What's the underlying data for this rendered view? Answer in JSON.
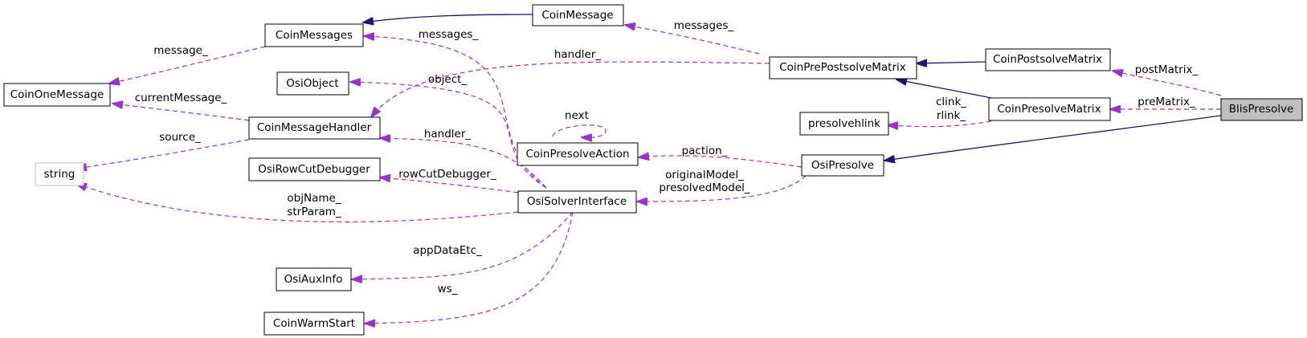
{
  "colors": {
    "inheritance": "#191970",
    "usage": "#9a32cd",
    "focus_fill": "#bfbfbf",
    "external_border": "#bfbfbf"
  },
  "nodes": [
    {
      "id": "CoinMessages",
      "label": "CoinMessages"
    },
    {
      "id": "CoinMessage",
      "label": "CoinMessage"
    },
    {
      "id": "CoinOneMessage",
      "label": "CoinOneMessage"
    },
    {
      "id": "OsiObject",
      "label": "OsiObject"
    },
    {
      "id": "CoinPrePostsolveMatrix",
      "label": "CoinPrePostsolveMatrix"
    },
    {
      "id": "CoinPostsolveMatrix",
      "label": "CoinPostsolveMatrix"
    },
    {
      "id": "CoinPresolveMatrix",
      "label": "CoinPresolveMatrix"
    },
    {
      "id": "BlisPresolve",
      "label": "BlisPresolve"
    },
    {
      "id": "CoinMessageHandler",
      "label": "CoinMessageHandler"
    },
    {
      "id": "presolvehlink",
      "label": "presolvehlink"
    },
    {
      "id": "CoinPresolveAction",
      "label": "CoinPresolveAction"
    },
    {
      "id": "string",
      "label": "string"
    },
    {
      "id": "OsiRowCutDebugger",
      "label": "OsiRowCutDebugger"
    },
    {
      "id": "OsiPresolve",
      "label": "OsiPresolve"
    },
    {
      "id": "OsiSolverInterface",
      "label": "OsiSolverInterface"
    },
    {
      "id": "OsiAuxInfo",
      "label": "OsiAuxInfo"
    },
    {
      "id": "CoinWarmStart",
      "label": "CoinWarmStart"
    }
  ],
  "edges": [
    {
      "id": "messages-to-coinmessage",
      "label": "messages_"
    },
    {
      "id": "message-to-coinonemessage",
      "label": "message_"
    },
    {
      "id": "messages-to-coinmessages",
      "label": "messages_"
    },
    {
      "id": "handler-prepost",
      "label": "handler_"
    },
    {
      "id": "postmatrix",
      "label": "postMatrix_"
    },
    {
      "id": "prematrix",
      "label": "preMatrix_"
    },
    {
      "id": "object",
      "label": "object_"
    },
    {
      "id": "currentmessage",
      "label": "currentMessage_"
    },
    {
      "id": "clink",
      "label": "clink_"
    },
    {
      "id": "rlink",
      "label": "rlink_"
    },
    {
      "id": "next",
      "label": "next"
    },
    {
      "id": "source",
      "label": "source_"
    },
    {
      "id": "handler-osi",
      "label": "handler_"
    },
    {
      "id": "paction",
      "label": "paction_"
    },
    {
      "id": "rowcutdebugger",
      "label": "rowCutDebugger_"
    },
    {
      "id": "originalmodel",
      "label": "originalModel_"
    },
    {
      "id": "presolvedmodel",
      "label": "presolvedModel_"
    },
    {
      "id": "objname",
      "label": "objName_"
    },
    {
      "id": "strparam",
      "label": "strParam_"
    },
    {
      "id": "appdataetc",
      "label": "appDataEtc_"
    },
    {
      "id": "ws",
      "label": "ws_"
    }
  ]
}
